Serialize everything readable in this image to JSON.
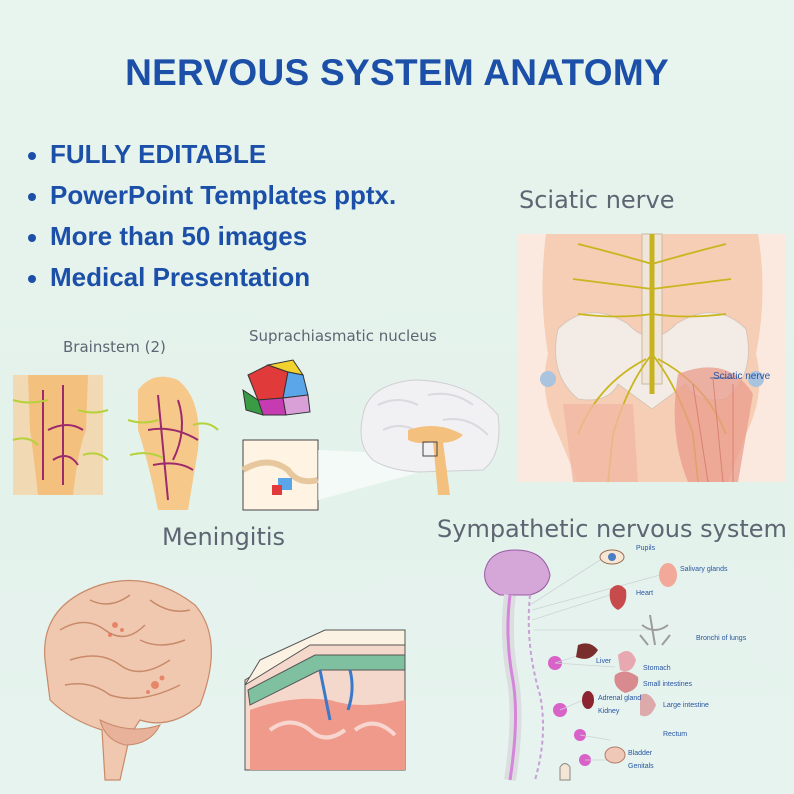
{
  "title": "NERVOUS SYSTEM ANATOMY",
  "bullets": [
    {
      "text": "FULLY EDITABLE"
    },
    {
      "text": "PowerPoint Templates pptx."
    },
    {
      "text": "More than 50 images"
    },
    {
      "text": "Medical Presentation"
    }
  ],
  "panels": {
    "sciatic": {
      "heading": "Sciatic nerve",
      "callout": "Sciatic nerve"
    },
    "brainstem": {
      "heading": "Brainstem (2)"
    },
    "suprachiasmatic": {
      "heading": "Suprachiasmatic nucleus"
    },
    "meningitis": {
      "heading": "Meningitis"
    },
    "sympathetic": {
      "heading": "Sympathetic nervous system",
      "organs": [
        "Pupils",
        "Salivary glands",
        "Heart",
        "Bronchi of lungs",
        "Liver",
        "Stomach",
        "Small intestines",
        "Adrenal gland",
        "Kidney",
        "Large intestine",
        "Rectum",
        "Bladder",
        "Genitals"
      ]
    }
  },
  "colors": {
    "title": "#1b4fa8",
    "label": "#5d6572",
    "background": "#e6f3ee"
  }
}
